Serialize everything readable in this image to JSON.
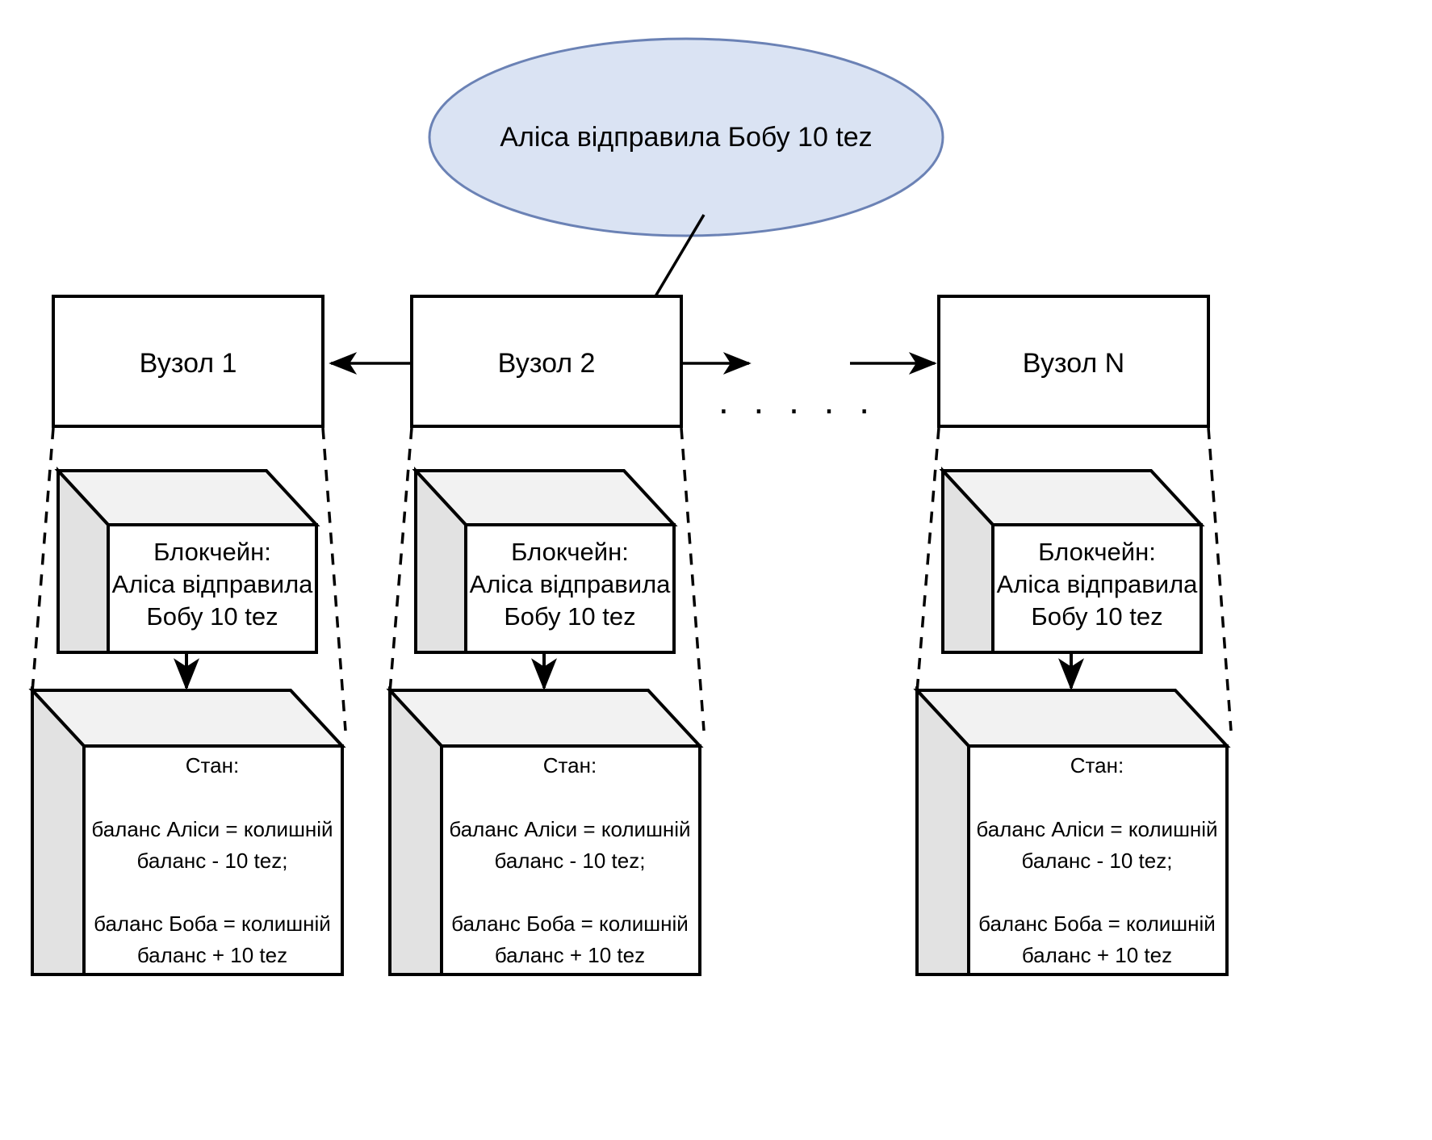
{
  "diagram": {
    "title_text": "Аліса відправила Бобу 10 tez",
    "colors": {
      "ellipse_fill": "#dae3f3",
      "ellipse_stroke": "#6b82b5",
      "box_stroke": "#000000",
      "cube_top_fill": "#f2f2f2",
      "cube_side_fill": "#e2e2e2",
      "box_fill": "#ffffff",
      "background": "#ffffff"
    },
    "transaction": {
      "label": "Аліса відправила Бобу 10 tez"
    },
    "ellipsis": {
      "label": ". . . . ."
    },
    "nodes": [
      {
        "name": "Вузол 1",
        "blockchain": {
          "line1": "Блокчейн:",
          "line2": "Аліса відправила",
          "line3": "Бобу 10 tez"
        },
        "state": {
          "header": "Стан:",
          "line1": "баланс Аліси = колишній",
          "line2": "баланс - 10 tez;",
          "line3": "баланс Боба = колишній",
          "line4": "баланс + 10 tez"
        }
      },
      {
        "name": "Вузол 2",
        "blockchain": {
          "line1": "Блокчейн:",
          "line2": "Аліса відправила",
          "line3": "Бобу 10 tez"
        },
        "state": {
          "header": "Стан:",
          "line1": "баланс Аліси = колишній",
          "line2": "баланс - 10 tez;",
          "line3": "баланс Боба = колишній",
          "line4": "баланс + 10 tez"
        }
      },
      {
        "name": "Вузол N",
        "blockchain": {
          "line1": "Блокчейн:",
          "line2": "Аліса відправила",
          "line3": "Бобу 10 tez"
        },
        "state": {
          "header": "Стан:",
          "line1": "баланс Аліси = колишній",
          "line2": "баланс - 10 tez;",
          "line3": "баланс Боба = колишній",
          "line4": "баланс + 10 tez"
        }
      }
    ]
  }
}
